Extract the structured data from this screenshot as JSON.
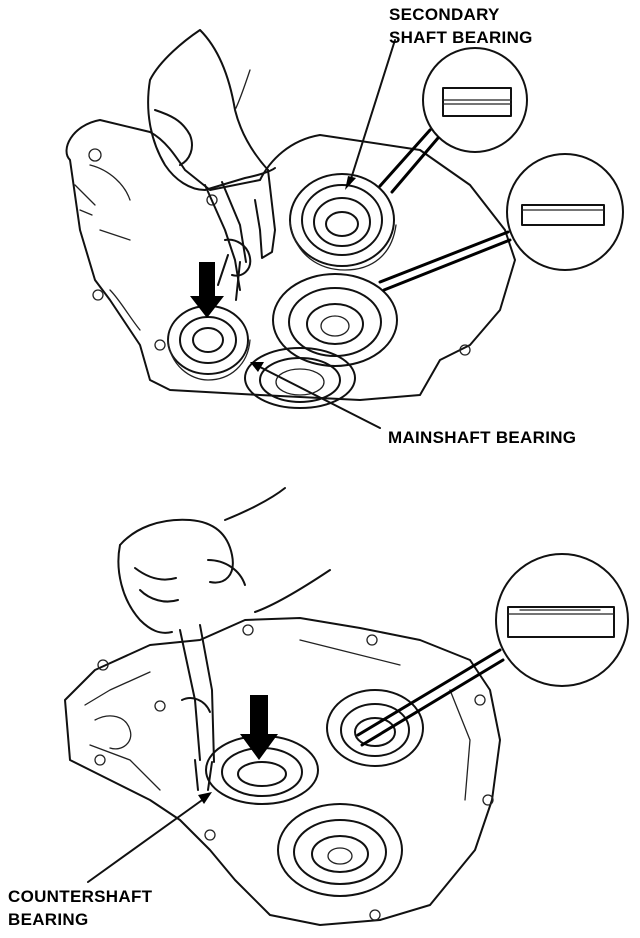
{
  "labels": {
    "secondary_line1": "SECONDARY",
    "secondary_line2": "SHAFT BEARING",
    "mainshaft": "MAINSHAFT BEARING",
    "countershaft_line1": "COUNTERSHAFT",
    "countershaft_line2": "BEARING"
  },
  "figures": {
    "top": "mainshaft-and-secondary-bearing-view",
    "bottom": "countershaft-bearing-view"
  },
  "icons": [
    "down-arrow-icon",
    "hand-icon",
    "pliers-icon",
    "bearing-icon",
    "magnifier-callout-icon"
  ]
}
